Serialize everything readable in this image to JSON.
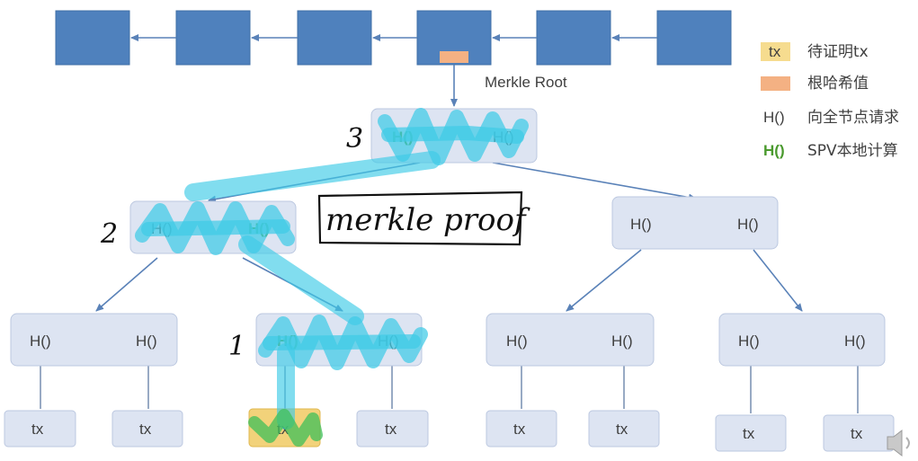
{
  "labels": {
    "merkle_root": "Merkle Root",
    "hash": "H()",
    "tx": "tx"
  },
  "legend": {
    "tx_label": "tx",
    "tx_text": "待证明tx",
    "root_text": "根哈希值",
    "request_label": "H()",
    "request_text": "向全节点请求",
    "local_label": "H()",
    "local_text": "SPV本地计算"
  },
  "annotations": {
    "step_3": "3",
    "step_2": "2",
    "step_1": "1",
    "handwritten_note": "merkle proof"
  },
  "colors": {
    "block": "#4f81bd",
    "node": "#dde4f2",
    "tx_highlight": "#f2d27a",
    "root_hash": "#f4b183",
    "request_red": "#c0392b",
    "local_green": "#4a9a2e",
    "highlighter_cyan": "#3ecbe6",
    "highlighter_green": "#3fbf5a"
  },
  "icons": {
    "speaker": "speaker-icon"
  }
}
